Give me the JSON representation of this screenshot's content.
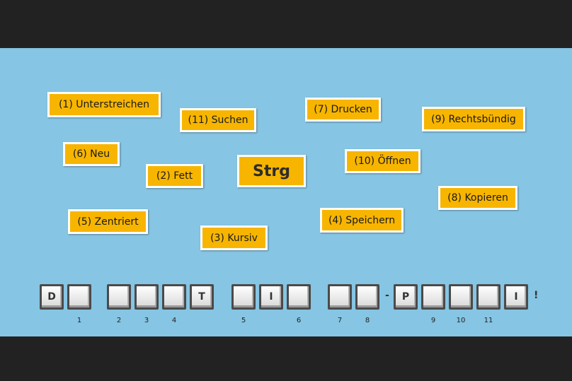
{
  "center_label": "Strg",
  "tags": [
    "(1) Unterstreichen",
    "(11) Suchen",
    "(7) Drucken",
    "(9) Rechtsbündig",
    "(6) Neu",
    "(2) Fett",
    "(10) Öffnen",
    "(8) Kopieren",
    "(5) Zentriert",
    "(4) Speichern",
    "(3) Kursiv"
  ],
  "keys": [
    "D",
    "",
    "",
    "",
    "",
    "T",
    "",
    "I",
    "",
    "",
    "",
    "P",
    "",
    "",
    "",
    "I"
  ],
  "key_numbers": [
    "1",
    "2",
    "3",
    "4",
    "5",
    "6",
    "7",
    "8",
    "9",
    "10",
    "11"
  ],
  "dash": "-",
  "exclamation": "!"
}
